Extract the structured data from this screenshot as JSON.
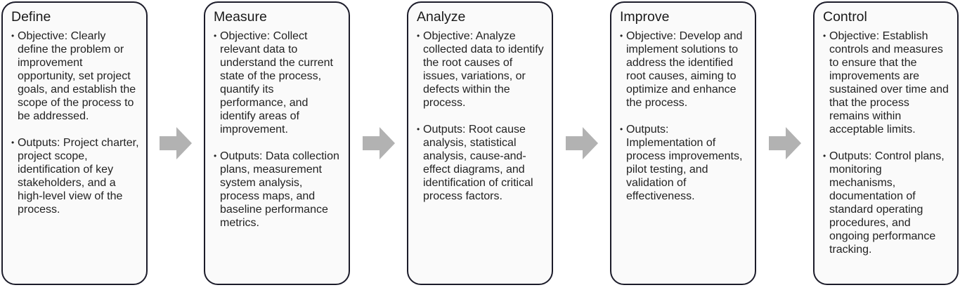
{
  "colors": {
    "border": "#1c1c2a",
    "box_fill": "#fafafa",
    "arrow": "#b2b2b2",
    "text": "#222222"
  },
  "phases": [
    {
      "title": "Define",
      "objective": "Objective: Clearly define the problem or improvement opportunity, set project goals, and establish the scope of the process to be addressed.",
      "outputs": "Outputs: Project charter, project scope, identification of key stakeholders, and a high-level view of the process."
    },
    {
      "title": "Measure",
      "objective": "Objective: Collect relevant data to understand the current state of the process, quantify its performance, and identify areas of improvement.",
      "outputs": "Outputs: Data collection plans, measurement system analysis, process maps, and baseline performance metrics."
    },
    {
      "title": "Analyze",
      "objective": "Objective: Analyze collected data to identify the root causes of issues, variations, or defects within the process.",
      "outputs": "Outputs: Root cause analysis, statistical analysis, cause-and-effect diagrams, and identification of critical process factors."
    },
    {
      "title": "Improve",
      "objective": "Objective: Develop and implement solutions to address the identified root causes, aiming to optimize and enhance the process.",
      "outputs": "Outputs: Implementation of process improvements, pilot testing, and validation of effectiveness."
    },
    {
      "title": "Control",
      "objective": "Objective: Establish controls and measures to ensure that the improvements are sustained over time and that the process remains within acceptable limits.",
      "outputs": "Outputs: Control plans, monitoring mechanisms, documentation of standard operating procedures, and ongoing performance tracking."
    }
  ],
  "connectors": [
    {
      "icon": "arrow-right-icon"
    },
    {
      "icon": "arrow-right-icon"
    },
    {
      "icon": "arrow-right-icon"
    },
    {
      "icon": "arrow-right-icon"
    }
  ],
  "bullet_glyph": "•"
}
